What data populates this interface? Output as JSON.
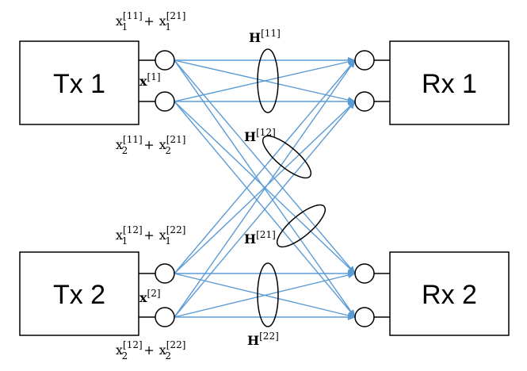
{
  "colors": {
    "link": "#5b9bd5",
    "stroke": "#000000"
  },
  "blocks": {
    "tx1": "Tx 1",
    "tx2": "Tx 2",
    "rx1": "Rx 1",
    "rx2": "Rx 2"
  },
  "signals": {
    "x1": {
      "base": "x",
      "sup": "[1]"
    },
    "x2": {
      "base": "x",
      "sup": "[2]"
    }
  },
  "antenna_signals": {
    "tx1_a1": {
      "t1": "x",
      "t1_sub": "1",
      "t1_sup": "[11]",
      "op": "+",
      "t2": "x",
      "t2_sub": "1",
      "t2_sup": "[21]"
    },
    "tx1_a2": {
      "t1": "x",
      "t1_sub": "2",
      "t1_sup": "[11]",
      "op": "+",
      "t2": "x",
      "t2_sub": "2",
      "t2_sup": "[21]"
    },
    "tx2_a1": {
      "t1": "x",
      "t1_sub": "1",
      "t1_sup": "[12]",
      "op": "+",
      "t2": "x",
      "t2_sub": "1",
      "t2_sup": "[22]"
    },
    "tx2_a2": {
      "t1": "x",
      "t1_sub": "2",
      "t1_sup": "[12]",
      "op": "+",
      "t2": "x",
      "t2_sub": "2",
      "t2_sup": "[22]"
    }
  },
  "channels": {
    "h11": {
      "base": "H",
      "sup": "[11]"
    },
    "h12": {
      "base": "H",
      "sup": "[12]"
    },
    "h21": {
      "base": "H",
      "sup": "[21]"
    },
    "h22": {
      "base": "H",
      "sup": "[22]"
    }
  }
}
